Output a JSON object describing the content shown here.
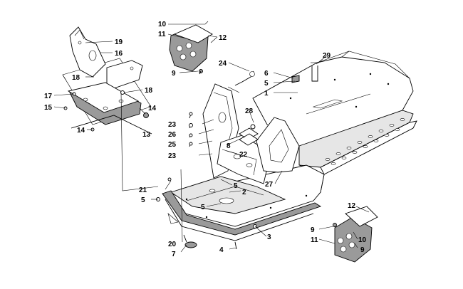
{
  "diagram": {
    "labels": [
      "1",
      "2",
      "3",
      "4",
      "5",
      "5",
      "5",
      "5",
      "6",
      "7",
      "8",
      "9",
      "9",
      "9",
      "10",
      "10",
      "11",
      "11",
      "12",
      "12",
      "13",
      "14",
      "14",
      "15",
      "16",
      "17",
      "18",
      "18",
      "19",
      "20",
      "21",
      "22",
      "23",
      "23",
      "24",
      "25",
      "26",
      "27",
      "28",
      "29"
    ]
  }
}
